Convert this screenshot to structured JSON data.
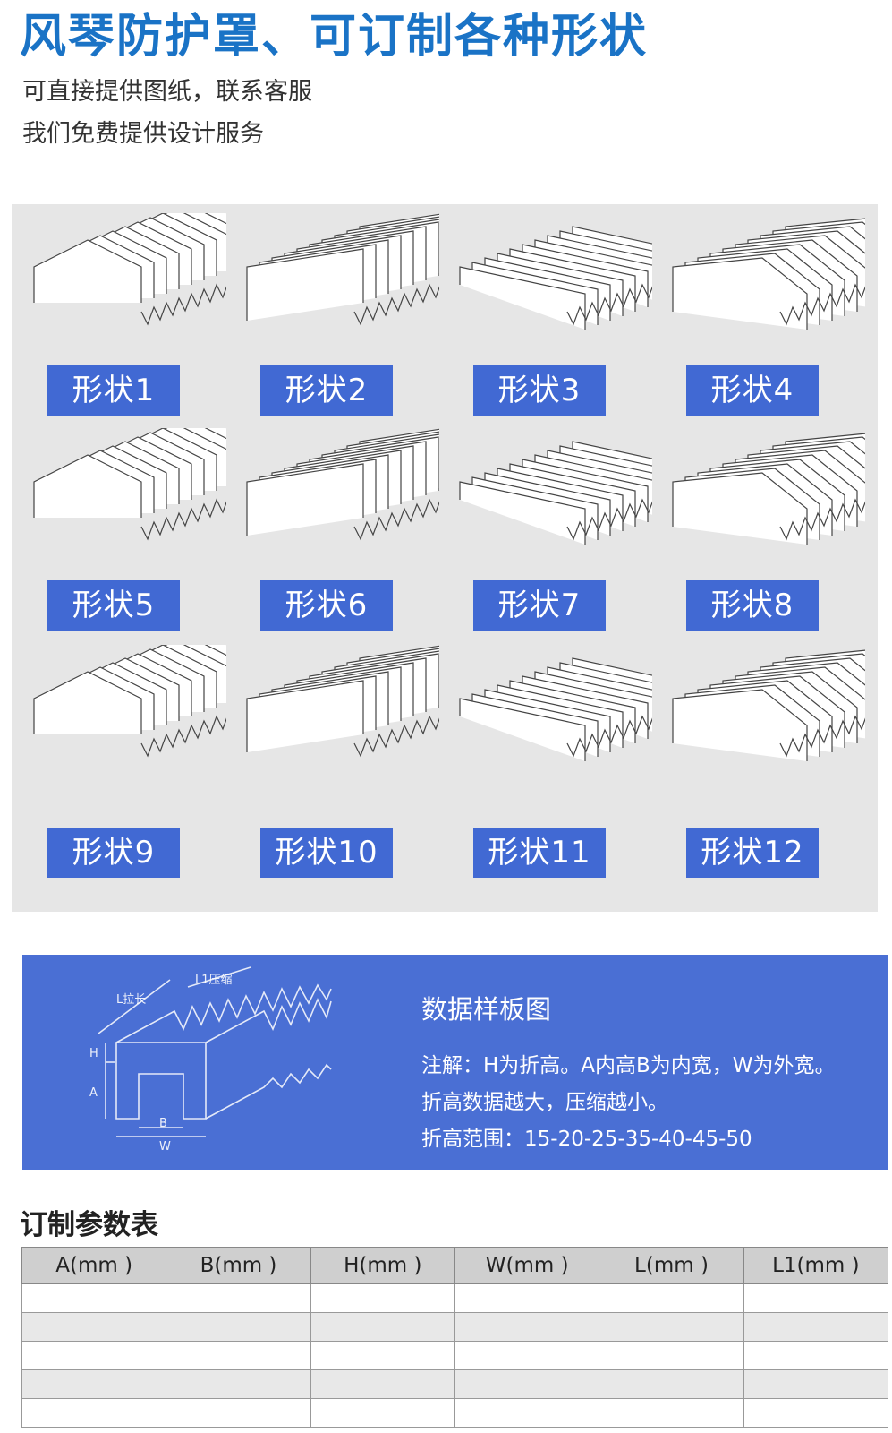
{
  "header": {
    "title": "风琴防护罩、可订制各种形状",
    "line1": "可直接提供图纸，联系客服",
    "line2": "我们免费提供设计服务"
  },
  "shapes": [
    "形状1",
    "形状2",
    "形状3",
    "形状4",
    "形状5",
    "形状6",
    "形状7",
    "形状8",
    "形状9",
    "形状10",
    "形状11",
    "形状12"
  ],
  "info": {
    "diagram_labels": {
      "l1": "L1压缩",
      "l": "L拉长",
      "h": "H",
      "a": "A",
      "b": "B",
      "w": "W"
    },
    "title": "数据样板图",
    "note": "注解：H为折高。A内高B为内宽，W为外宽。",
    "tip": "折高数据越大，压缩越小。",
    "range": "折高范围：15-20-25-35-40-45-50"
  },
  "table": {
    "title": "订制参数表",
    "headers": [
      "A(mm )",
      "B(mm )",
      "H(mm )",
      "W(mm )",
      "L(mm )",
      "L1(mm )"
    ],
    "row_count": 5
  },
  "colors": {
    "title_blue": "#1a73c6",
    "label_blue": "#4169d3",
    "panel_gray": "#e6e6e6",
    "info_blue": "#4a6fd4"
  }
}
